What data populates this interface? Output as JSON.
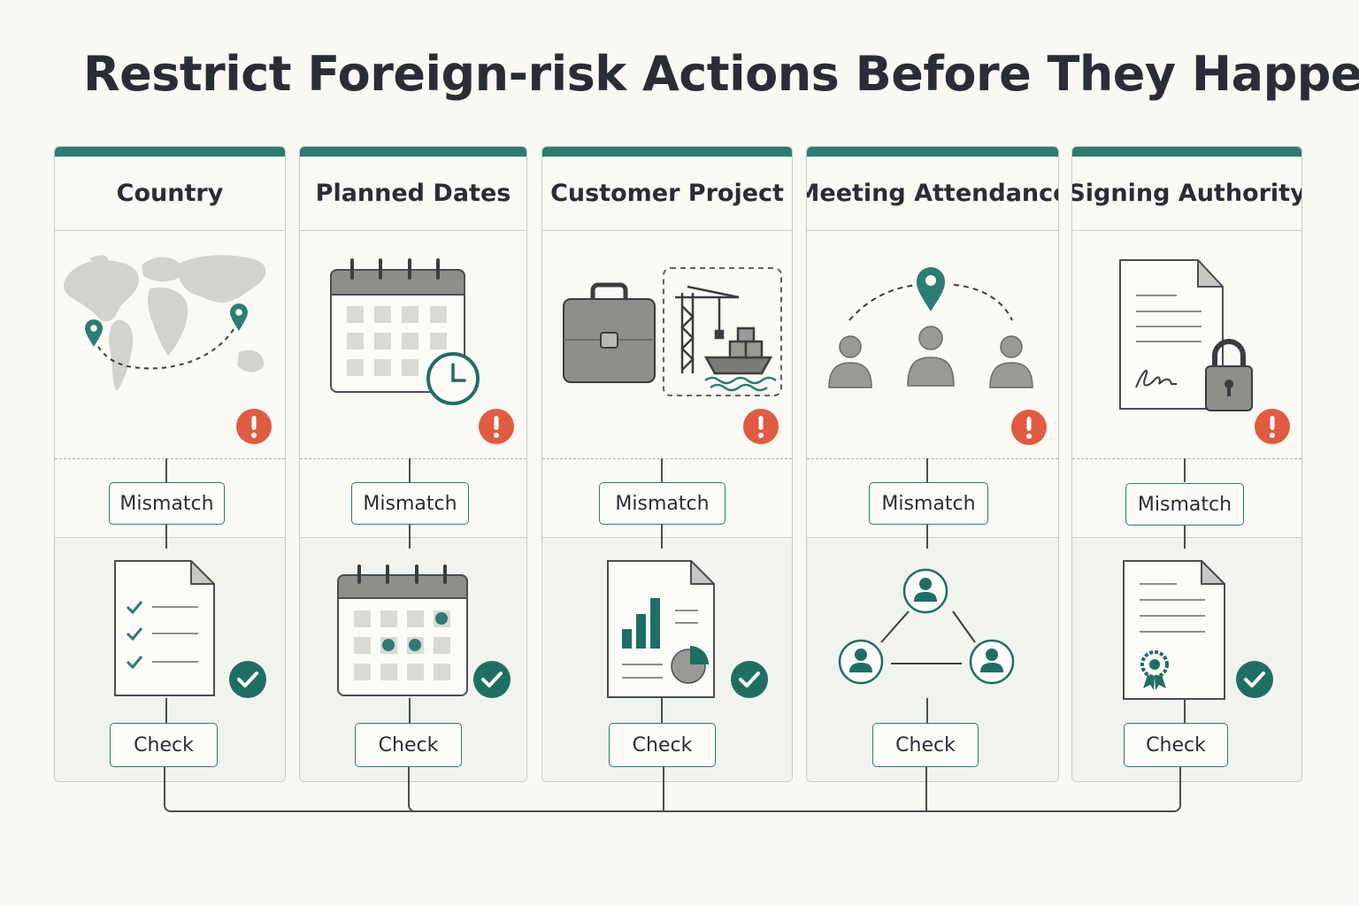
{
  "title": "Restrict Foreign-risk Actions Before They Happen",
  "colors": {
    "accent": "#2b7c72",
    "alert": "#e05b3f",
    "gray": "#8f8e8a"
  },
  "columns": [
    {
      "header": "Country",
      "risk_icon": "world-map-route-icon",
      "mismatch": "Mismatch",
      "check_icon": "checklist-document-icon",
      "check": "Check"
    },
    {
      "header": "Planned Dates",
      "risk_icon": "calendar-clock-icon",
      "mismatch": "Mismatch",
      "check_icon": "calendar-marked-icon",
      "check": "Check"
    },
    {
      "header": "Customer Project",
      "risk_icon": "briefcase-port-icon",
      "mismatch": "Mismatch",
      "check_icon": "report-chart-document-icon",
      "check": "Check"
    },
    {
      "header": "Meeting Attendance",
      "risk_icon": "attendees-location-icon",
      "mismatch": "Mismatch",
      "check_icon": "people-network-icon",
      "check": "Check"
    },
    {
      "header": "Signing Authority",
      "risk_icon": "signed-document-lock-icon",
      "mismatch": "Mismatch",
      "check_icon": "certificate-document-icon",
      "check": "Check"
    }
  ]
}
